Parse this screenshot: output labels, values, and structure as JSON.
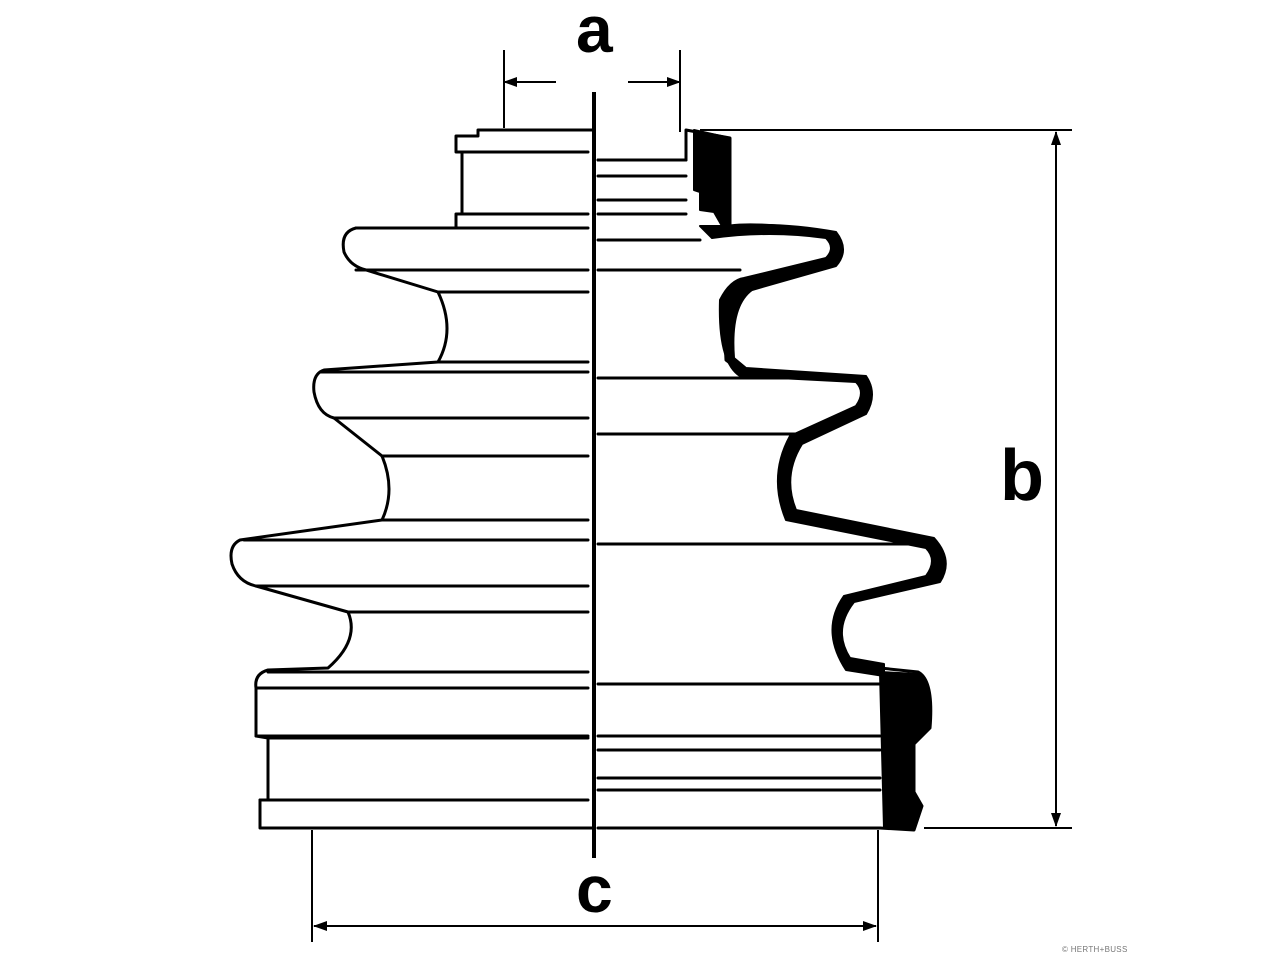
{
  "labels": {
    "a": "a",
    "b": "b",
    "c": "c"
  },
  "watermark": "© HERTH+BUSS",
  "colors": {
    "line": "#000000",
    "background": "#ffffff"
  },
  "icons": {
    "arrow": "arrow-head"
  }
}
